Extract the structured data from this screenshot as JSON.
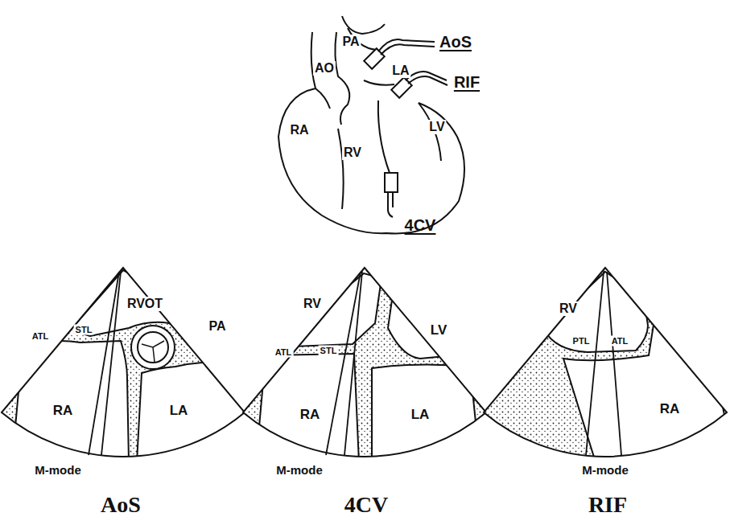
{
  "diagram": {
    "labels": [
      "AO",
      "PA",
      "AoS",
      "LA",
      "RIF",
      "RA",
      "RV",
      "LV",
      "4CV",
      "RVOT",
      "ATL",
      "STL",
      "PA",
      "RA",
      "LA",
      "M-mode",
      "AoS",
      "RV",
      "ATL",
      "STL",
      "LV",
      "RA",
      "LA",
      "M-mode",
      "4CV",
      "RV",
      "PTL",
      "ATL",
      "RA",
      "M-mode",
      "RIF"
    ]
  }
}
